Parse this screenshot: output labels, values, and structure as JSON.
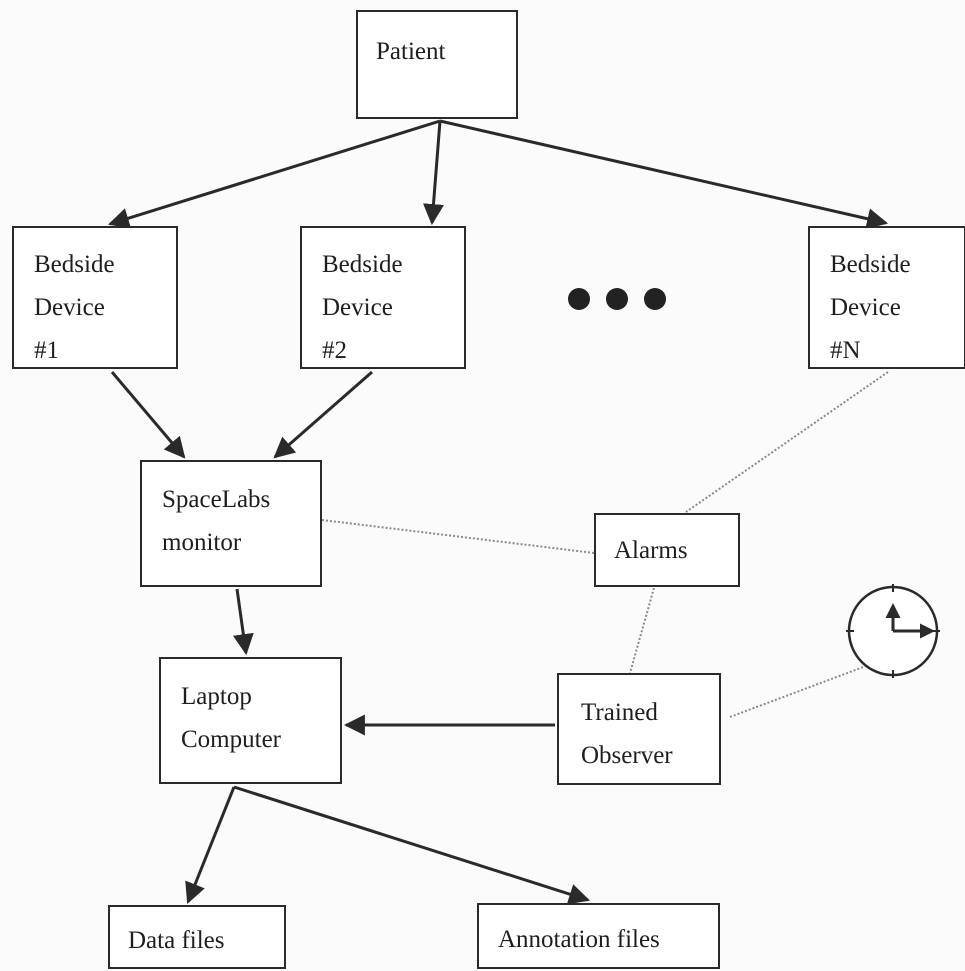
{
  "nodes": {
    "patient": {
      "label": "Patient"
    },
    "bedside_1": {
      "lines": [
        "Bedside",
        "Device",
        "#1"
      ]
    },
    "bedside_2": {
      "lines": [
        "Bedside",
        "Device",
        "#2"
      ]
    },
    "bedside_n": {
      "lines": [
        "Bedside",
        "Device",
        "#N"
      ]
    },
    "spacelabs": {
      "lines": [
        "SpaceLabs",
        "monitor"
      ]
    },
    "alarms": {
      "label": "Alarms"
    },
    "laptop": {
      "lines": [
        "Laptop",
        "Computer"
      ]
    },
    "observer": {
      "lines": [
        "Trained",
        "Observer"
      ]
    },
    "data_files": {
      "label": "Data files"
    },
    "annotation_files": {
      "label": "Annotation files"
    }
  },
  "edges": [
    {
      "from": "patient",
      "to": "bedside_1",
      "style": "arrow"
    },
    {
      "from": "patient",
      "to": "bedside_2",
      "style": "arrow"
    },
    {
      "from": "patient",
      "to": "bedside_n",
      "style": "arrow"
    },
    {
      "from": "bedside_1",
      "to": "spacelabs",
      "style": "arrow"
    },
    {
      "from": "bedside_2",
      "to": "spacelabs",
      "style": "arrow"
    },
    {
      "from": "spacelabs",
      "to": "laptop",
      "style": "arrow"
    },
    {
      "from": "observer",
      "to": "laptop",
      "style": "arrow"
    },
    {
      "from": "laptop",
      "to": "data_files",
      "style": "arrow"
    },
    {
      "from": "laptop",
      "to": "annotation_files",
      "style": "arrow"
    },
    {
      "from": "spacelabs",
      "to": "alarms",
      "style": "dotted"
    },
    {
      "from": "bedside_n",
      "to": "alarms",
      "style": "dotted"
    },
    {
      "from": "alarms",
      "to": "observer",
      "style": "dotted"
    },
    {
      "from": "observer",
      "to": "clock",
      "style": "dotted"
    }
  ],
  "icons": {
    "ellipsis": "three-dots-ellipsis",
    "clock": "clock-icon"
  },
  "colors": {
    "stroke": "#2a2a2a",
    "dotted": "#8a8a8a",
    "background": "#fbfbfb"
  }
}
